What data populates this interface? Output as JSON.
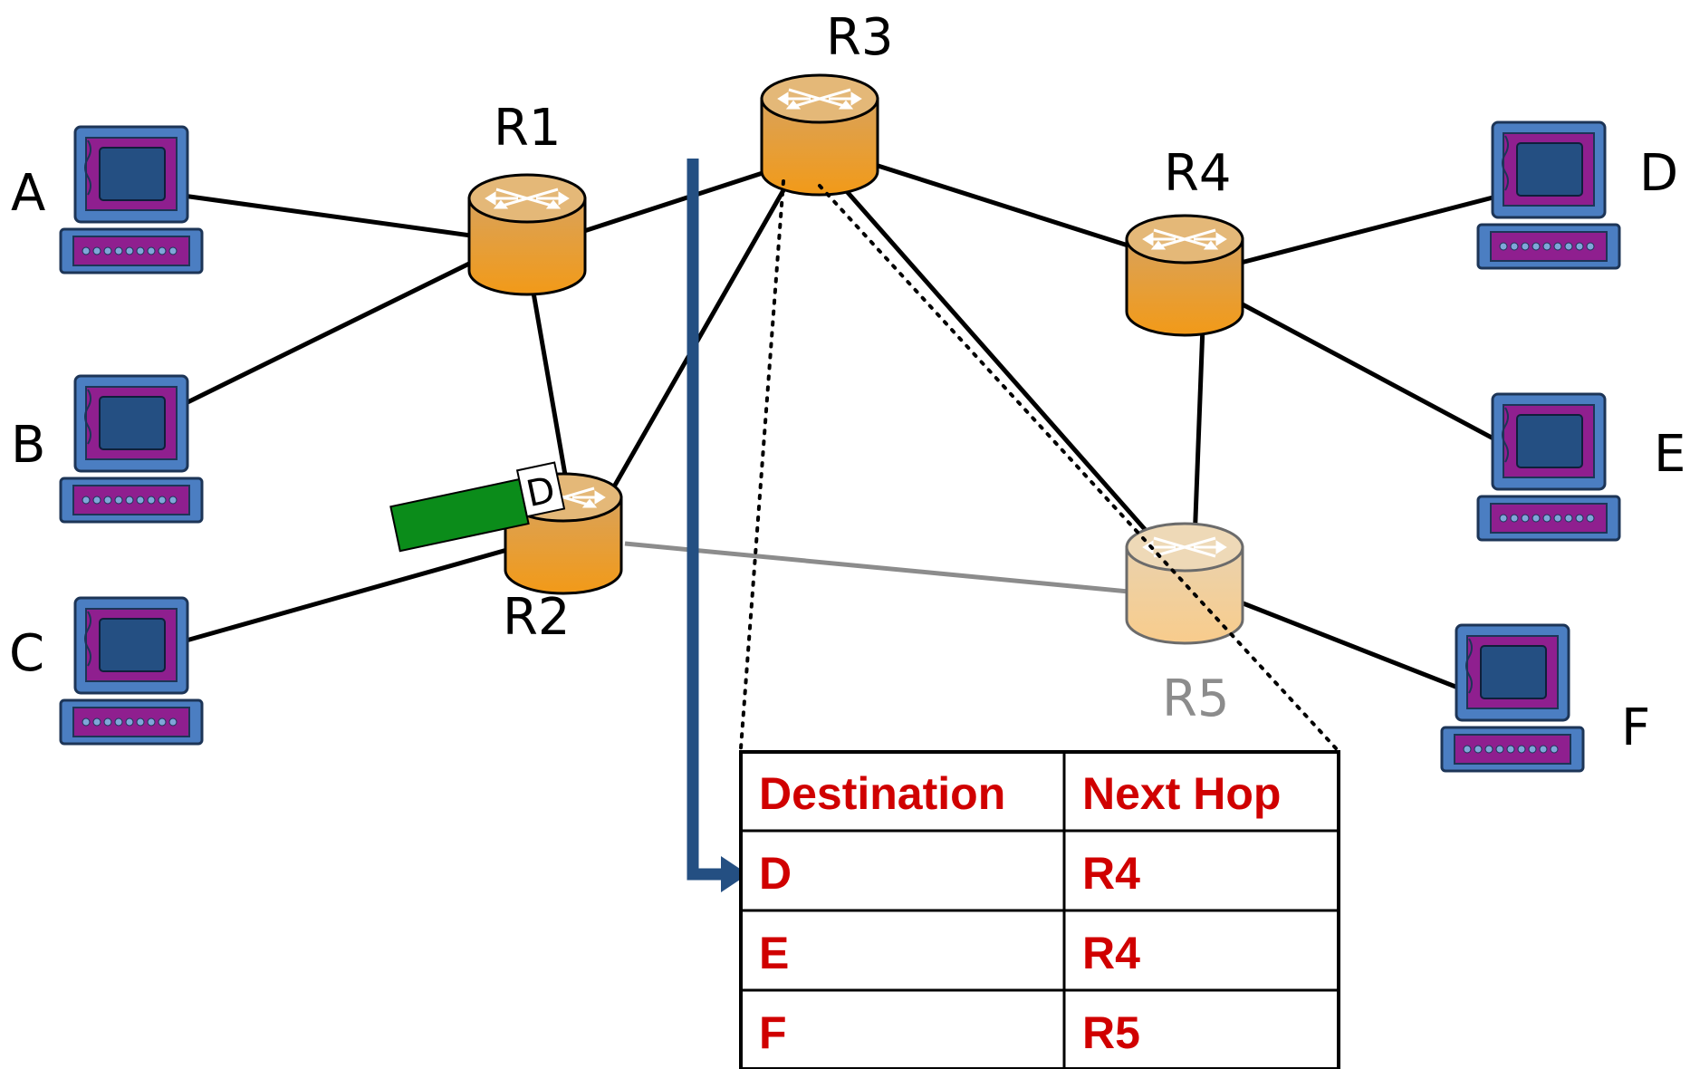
{
  "colors": {
    "router": "#f29a18",
    "router_top": "#e9c38c",
    "router_faded": "#f8cc8c",
    "link": "#000000",
    "link_faded": "#8c8c8c",
    "arrow": "#244f82",
    "packet": "#0b8c1a",
    "table_text": "#d00000",
    "monitor": "#8f1f8f",
    "monitor_frame": "#4b7ec2",
    "screen": "#244f82"
  },
  "routers": [
    {
      "id": "R1",
      "label": "R1",
      "faded": false
    },
    {
      "id": "R2",
      "label": "R2",
      "faded": false
    },
    {
      "id": "R3",
      "label": "R3",
      "faded": false
    },
    {
      "id": "R4",
      "label": "R4",
      "faded": false
    },
    {
      "id": "R5",
      "label": "R5",
      "faded": true
    }
  ],
  "hosts": [
    {
      "id": "A",
      "label": "A"
    },
    {
      "id": "B",
      "label": "B"
    },
    {
      "id": "C",
      "label": "C"
    },
    {
      "id": "D",
      "label": "D"
    },
    {
      "id": "E",
      "label": "E"
    },
    {
      "id": "F",
      "label": "F"
    }
  ],
  "links": [
    {
      "from": "A",
      "to": "R1",
      "faded": false
    },
    {
      "from": "B",
      "to": "R1",
      "faded": false
    },
    {
      "from": "C",
      "to": "R2",
      "faded": false
    },
    {
      "from": "R1",
      "to": "R2",
      "faded": false
    },
    {
      "from": "R1",
      "to": "R3",
      "faded": false
    },
    {
      "from": "R2",
      "to": "R3",
      "faded": false
    },
    {
      "from": "R3",
      "to": "R4",
      "faded": false
    },
    {
      "from": "R3",
      "to": "R5",
      "faded": false
    },
    {
      "from": "R4",
      "to": "R5",
      "faded": false
    },
    {
      "from": "R2",
      "to": "R5",
      "faded": true
    },
    {
      "from": "R4",
      "to": "D",
      "faded": false
    },
    {
      "from": "R4",
      "to": "E",
      "faded": false
    },
    {
      "from": "R5",
      "to": "F",
      "faded": false
    }
  ],
  "packet": {
    "dest_label": "D"
  },
  "forwarding_table": {
    "headers": [
      "Destination",
      "Next Hop"
    ],
    "rows": [
      {
        "destination": "D",
        "next_hop": "R4"
      },
      {
        "destination": "E",
        "next_hop": "R4"
      },
      {
        "destination": "F",
        "next_hop": "R5"
      }
    ]
  }
}
